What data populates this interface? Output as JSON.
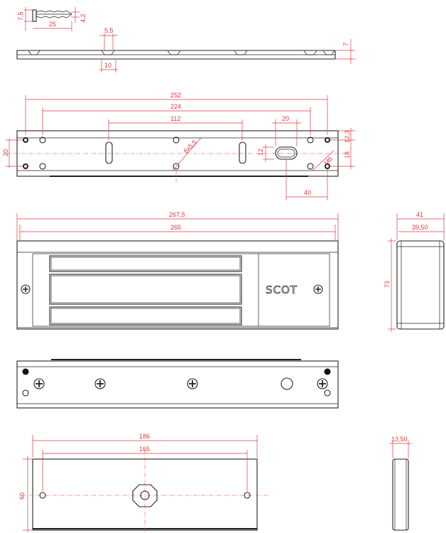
{
  "screw": {
    "d1": "7,5",
    "d2": "4,2",
    "length": "25"
  },
  "plate_side": {
    "slot_width": "5,5",
    "slot_spacing": "10",
    "thickness": "7"
  },
  "top_view": {
    "overall": "252",
    "holes": "224",
    "slots": "112",
    "oval_w": "20",
    "height_left": "20",
    "oval_h": "12",
    "hole_dia": "6x5,5",
    "right_top": "12,3",
    "right_mid": "18",
    "thread": "M6",
    "oval_offset": "40"
  },
  "front_view": {
    "overall": "267,5",
    "inner": "265",
    "logo": "SCOT"
  },
  "end_view": {
    "width": "41",
    "inner": "39,50",
    "height": "73"
  },
  "armature": {
    "length": "186",
    "holes": "165",
    "height": "60",
    "thickness": "13,50"
  },
  "colors": {
    "dimension": "#e0393e",
    "outline": "#222222"
  }
}
